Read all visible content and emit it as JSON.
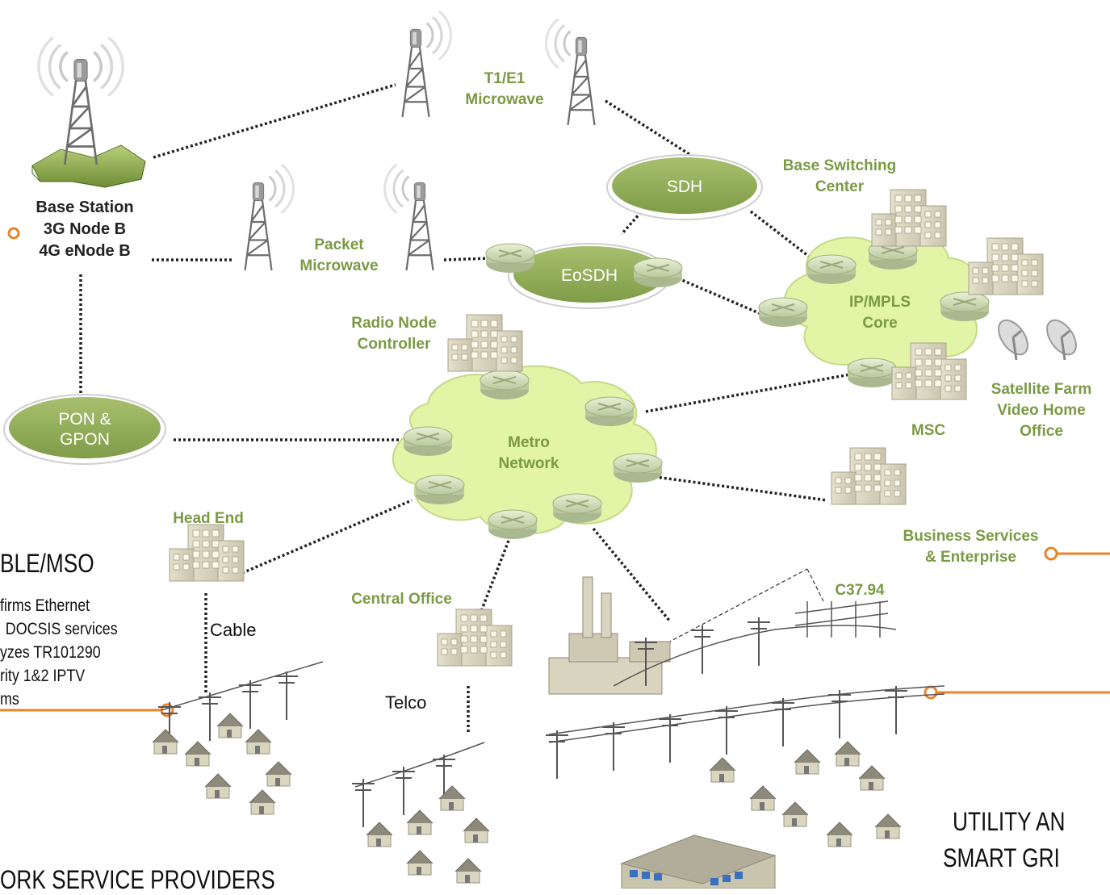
{
  "nodes": {
    "base_station": [
      "Base Station",
      "3G Node B",
      "4G eNode B"
    ],
    "t1e1": [
      "T1/E1",
      "Microwave"
    ],
    "packet_microwave": [
      "Packet",
      "Microwave"
    ],
    "sdh": "SDH",
    "eosdh": "EoSDH",
    "base_switching_center": [
      "Base Switching",
      "Center"
    ],
    "ip_mpls_core": [
      "IP/MPLS",
      "Core"
    ],
    "radio_node_controller": [
      "Radio Node",
      "Controller"
    ],
    "pon_gpon": [
      "PON &",
      "GPON"
    ],
    "metro_network": [
      "Metro",
      "Network"
    ],
    "msc": "MSC",
    "satellite_farm": [
      "Satellite Farm",
      "Video Home",
      "Office"
    ],
    "business_services": [
      "Business Services",
      "& Enterprise"
    ],
    "head_end": "Head End",
    "cable": "Cable",
    "central_office": "Central Office",
    "telco": "Telco",
    "c3794": "C37.94"
  },
  "sections": {
    "cable_mso": {
      "title": "BLE/MSO",
      "lines": [
        "firms Ethernet",
        "DOCSIS services",
        "yzes TR101290",
        "rity 1&2 IPTV",
        "ms"
      ]
    },
    "network_service_providers": "ORK SERVICE PROVIDERS",
    "utility": [
      "UTILITY AN",
      "SMART GRI"
    ]
  },
  "colors": {
    "label_green": "#7a9a44",
    "ellipse_green": "#8eaa5a",
    "cloud_fill": "#e2f4a6",
    "accent_orange": "#e8842a"
  }
}
